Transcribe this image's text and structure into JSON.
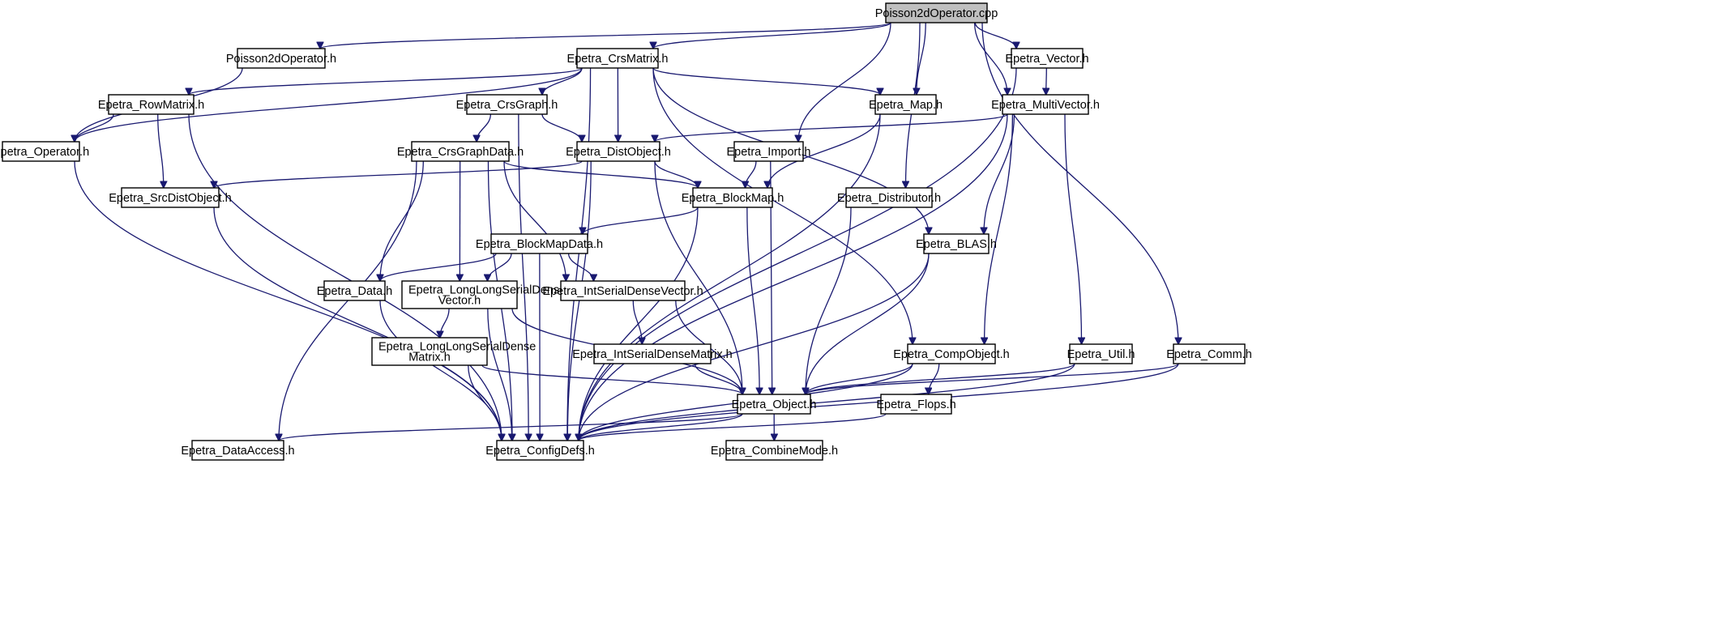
{
  "colors": {
    "edge": "#191970",
    "node_border": "#000000",
    "node_fill": "#ffffff",
    "root_fill": "#bfbfbf"
  },
  "nodes": [
    {
      "id": "root",
      "lines": [
        "Poisson2dOperator.cpp"
      ],
      "root": true
    },
    {
      "id": "poissonh",
      "lines": [
        "Poisson2dOperator.h"
      ]
    },
    {
      "id": "crsmatrix",
      "lines": [
        "Epetra_CrsMatrix.h"
      ]
    },
    {
      "id": "vector",
      "lines": [
        "Epetra_Vector.h"
      ]
    },
    {
      "id": "rowmatrix",
      "lines": [
        "Epetra_RowMatrix.h"
      ]
    },
    {
      "id": "crsgraph",
      "lines": [
        "Epetra_CrsGraph.h"
      ]
    },
    {
      "id": "map",
      "lines": [
        "Epetra_Map.h"
      ]
    },
    {
      "id": "multivector",
      "lines": [
        "Epetra_MultiVector.h"
      ]
    },
    {
      "id": "operator",
      "lines": [
        "Epetra_Operator.h"
      ]
    },
    {
      "id": "crsgraphdata",
      "lines": [
        "Epetra_CrsGraphData.h"
      ]
    },
    {
      "id": "distobject",
      "lines": [
        "Epetra_DistObject.h"
      ]
    },
    {
      "id": "import",
      "lines": [
        "Epetra_Import.h"
      ]
    },
    {
      "id": "srcdistobject",
      "lines": [
        "Epetra_SrcDistObject.h"
      ]
    },
    {
      "id": "blockmap",
      "lines": [
        "Epetra_BlockMap.h"
      ]
    },
    {
      "id": "distributor",
      "lines": [
        "Epetra_Distributor.h"
      ]
    },
    {
      "id": "blockmapdata",
      "lines": [
        "Epetra_BlockMapData.h"
      ]
    },
    {
      "id": "blas",
      "lines": [
        "Epetra_BLAS.h"
      ]
    },
    {
      "id": "data",
      "lines": [
        "Epetra_Data.h"
      ]
    },
    {
      "id": "llsdv",
      "lines": [
        "Epetra_LongLongSerialDense",
        "Vector.h"
      ]
    },
    {
      "id": "isdv",
      "lines": [
        "Epetra_IntSerialDenseVector.h"
      ]
    },
    {
      "id": "llsdm",
      "lines": [
        "Epetra_LongLongSerialDense",
        "Matrix.h"
      ]
    },
    {
      "id": "isdm",
      "lines": [
        "Epetra_IntSerialDenseMatrix.h"
      ]
    },
    {
      "id": "compobject",
      "lines": [
        "Epetra_CompObject.h"
      ]
    },
    {
      "id": "util",
      "lines": [
        "Epetra_Util.h"
      ]
    },
    {
      "id": "comm",
      "lines": [
        "Epetra_Comm.h"
      ]
    },
    {
      "id": "object",
      "lines": [
        "Epetra_Object.h"
      ]
    },
    {
      "id": "flops",
      "lines": [
        "Epetra_Flops.h"
      ]
    },
    {
      "id": "dataaccess",
      "lines": [
        "Epetra_DataAccess.h"
      ]
    },
    {
      "id": "configdefs",
      "lines": [
        "Epetra_ConfigDefs.h"
      ]
    },
    {
      "id": "combinemode",
      "lines": [
        "Epetra_CombineMode.h"
      ]
    }
  ],
  "edges": [
    [
      "root",
      "poissonh"
    ],
    [
      "root",
      "crsmatrix"
    ],
    [
      "root",
      "vector"
    ],
    [
      "root",
      "map"
    ],
    [
      "root",
      "import"
    ],
    [
      "root",
      "distributor"
    ],
    [
      "root",
      "multivector"
    ],
    [
      "root",
      "comm"
    ],
    [
      "poissonh",
      "operator"
    ],
    [
      "crsmatrix",
      "operator"
    ],
    [
      "crsmatrix",
      "rowmatrix"
    ],
    [
      "crsmatrix",
      "crsgraph"
    ],
    [
      "crsmatrix",
      "distobject"
    ],
    [
      "crsmatrix",
      "map"
    ],
    [
      "crsmatrix",
      "blas"
    ],
    [
      "crsmatrix",
      "compobject"
    ],
    [
      "crsmatrix",
      "configdefs"
    ],
    [
      "vector",
      "multivector"
    ],
    [
      "vector",
      "configdefs"
    ],
    [
      "rowmatrix",
      "operator"
    ],
    [
      "rowmatrix",
      "srcdistobject"
    ],
    [
      "rowmatrix",
      "configdefs"
    ],
    [
      "crsgraph",
      "crsgraphdata"
    ],
    [
      "crsgraph",
      "distobject"
    ],
    [
      "crsgraph",
      "configdefs"
    ],
    [
      "map",
      "blockmap"
    ],
    [
      "map",
      "configdefs"
    ],
    [
      "multivector",
      "distobject"
    ],
    [
      "multivector",
      "blas"
    ],
    [
      "multivector",
      "compobject"
    ],
    [
      "multivector",
      "util"
    ],
    [
      "multivector",
      "configdefs"
    ],
    [
      "operator",
      "configdefs"
    ],
    [
      "crsgraphdata",
      "blockmap"
    ],
    [
      "crsgraphdata",
      "data"
    ],
    [
      "crsgraphdata",
      "llsdv"
    ],
    [
      "crsgraphdata",
      "isdv"
    ],
    [
      "crsgraphdata",
      "dataaccess"
    ],
    [
      "crsgraphdata",
      "configdefs"
    ],
    [
      "distobject",
      "srcdistobject"
    ],
    [
      "distobject",
      "blockmap"
    ],
    [
      "distobject",
      "object"
    ],
    [
      "distobject",
      "configdefs"
    ],
    [
      "import",
      "blockmap"
    ],
    [
      "import",
      "object"
    ],
    [
      "srcdistobject",
      "configdefs"
    ],
    [
      "blockmap",
      "blockmapdata"
    ],
    [
      "blockmap",
      "object"
    ],
    [
      "blockmap",
      "configdefs"
    ],
    [
      "distributor",
      "object"
    ],
    [
      "blockmapdata",
      "data"
    ],
    [
      "blockmapdata",
      "llsdv"
    ],
    [
      "blockmapdata",
      "isdv"
    ],
    [
      "blockmapdata",
      "configdefs"
    ],
    [
      "blas",
      "object"
    ],
    [
      "blas",
      "configdefs"
    ],
    [
      "data",
      "configdefs"
    ],
    [
      "llsdv",
      "llsdm"
    ],
    [
      "llsdv",
      "object"
    ],
    [
      "llsdv",
      "configdefs"
    ],
    [
      "isdv",
      "isdm"
    ],
    [
      "isdv",
      "object"
    ],
    [
      "llsdm",
      "object"
    ],
    [
      "llsdm",
      "configdefs"
    ],
    [
      "isdm",
      "object"
    ],
    [
      "compobject",
      "object"
    ],
    [
      "compobject",
      "flops"
    ],
    [
      "compobject",
      "configdefs"
    ],
    [
      "util",
      "object"
    ],
    [
      "util",
      "configdefs"
    ],
    [
      "comm",
      "object"
    ],
    [
      "comm",
      "configdefs"
    ],
    [
      "object",
      "dataaccess"
    ],
    [
      "object",
      "configdefs"
    ],
    [
      "object",
      "combinemode"
    ],
    [
      "flops",
      "configdefs"
    ]
  ]
}
